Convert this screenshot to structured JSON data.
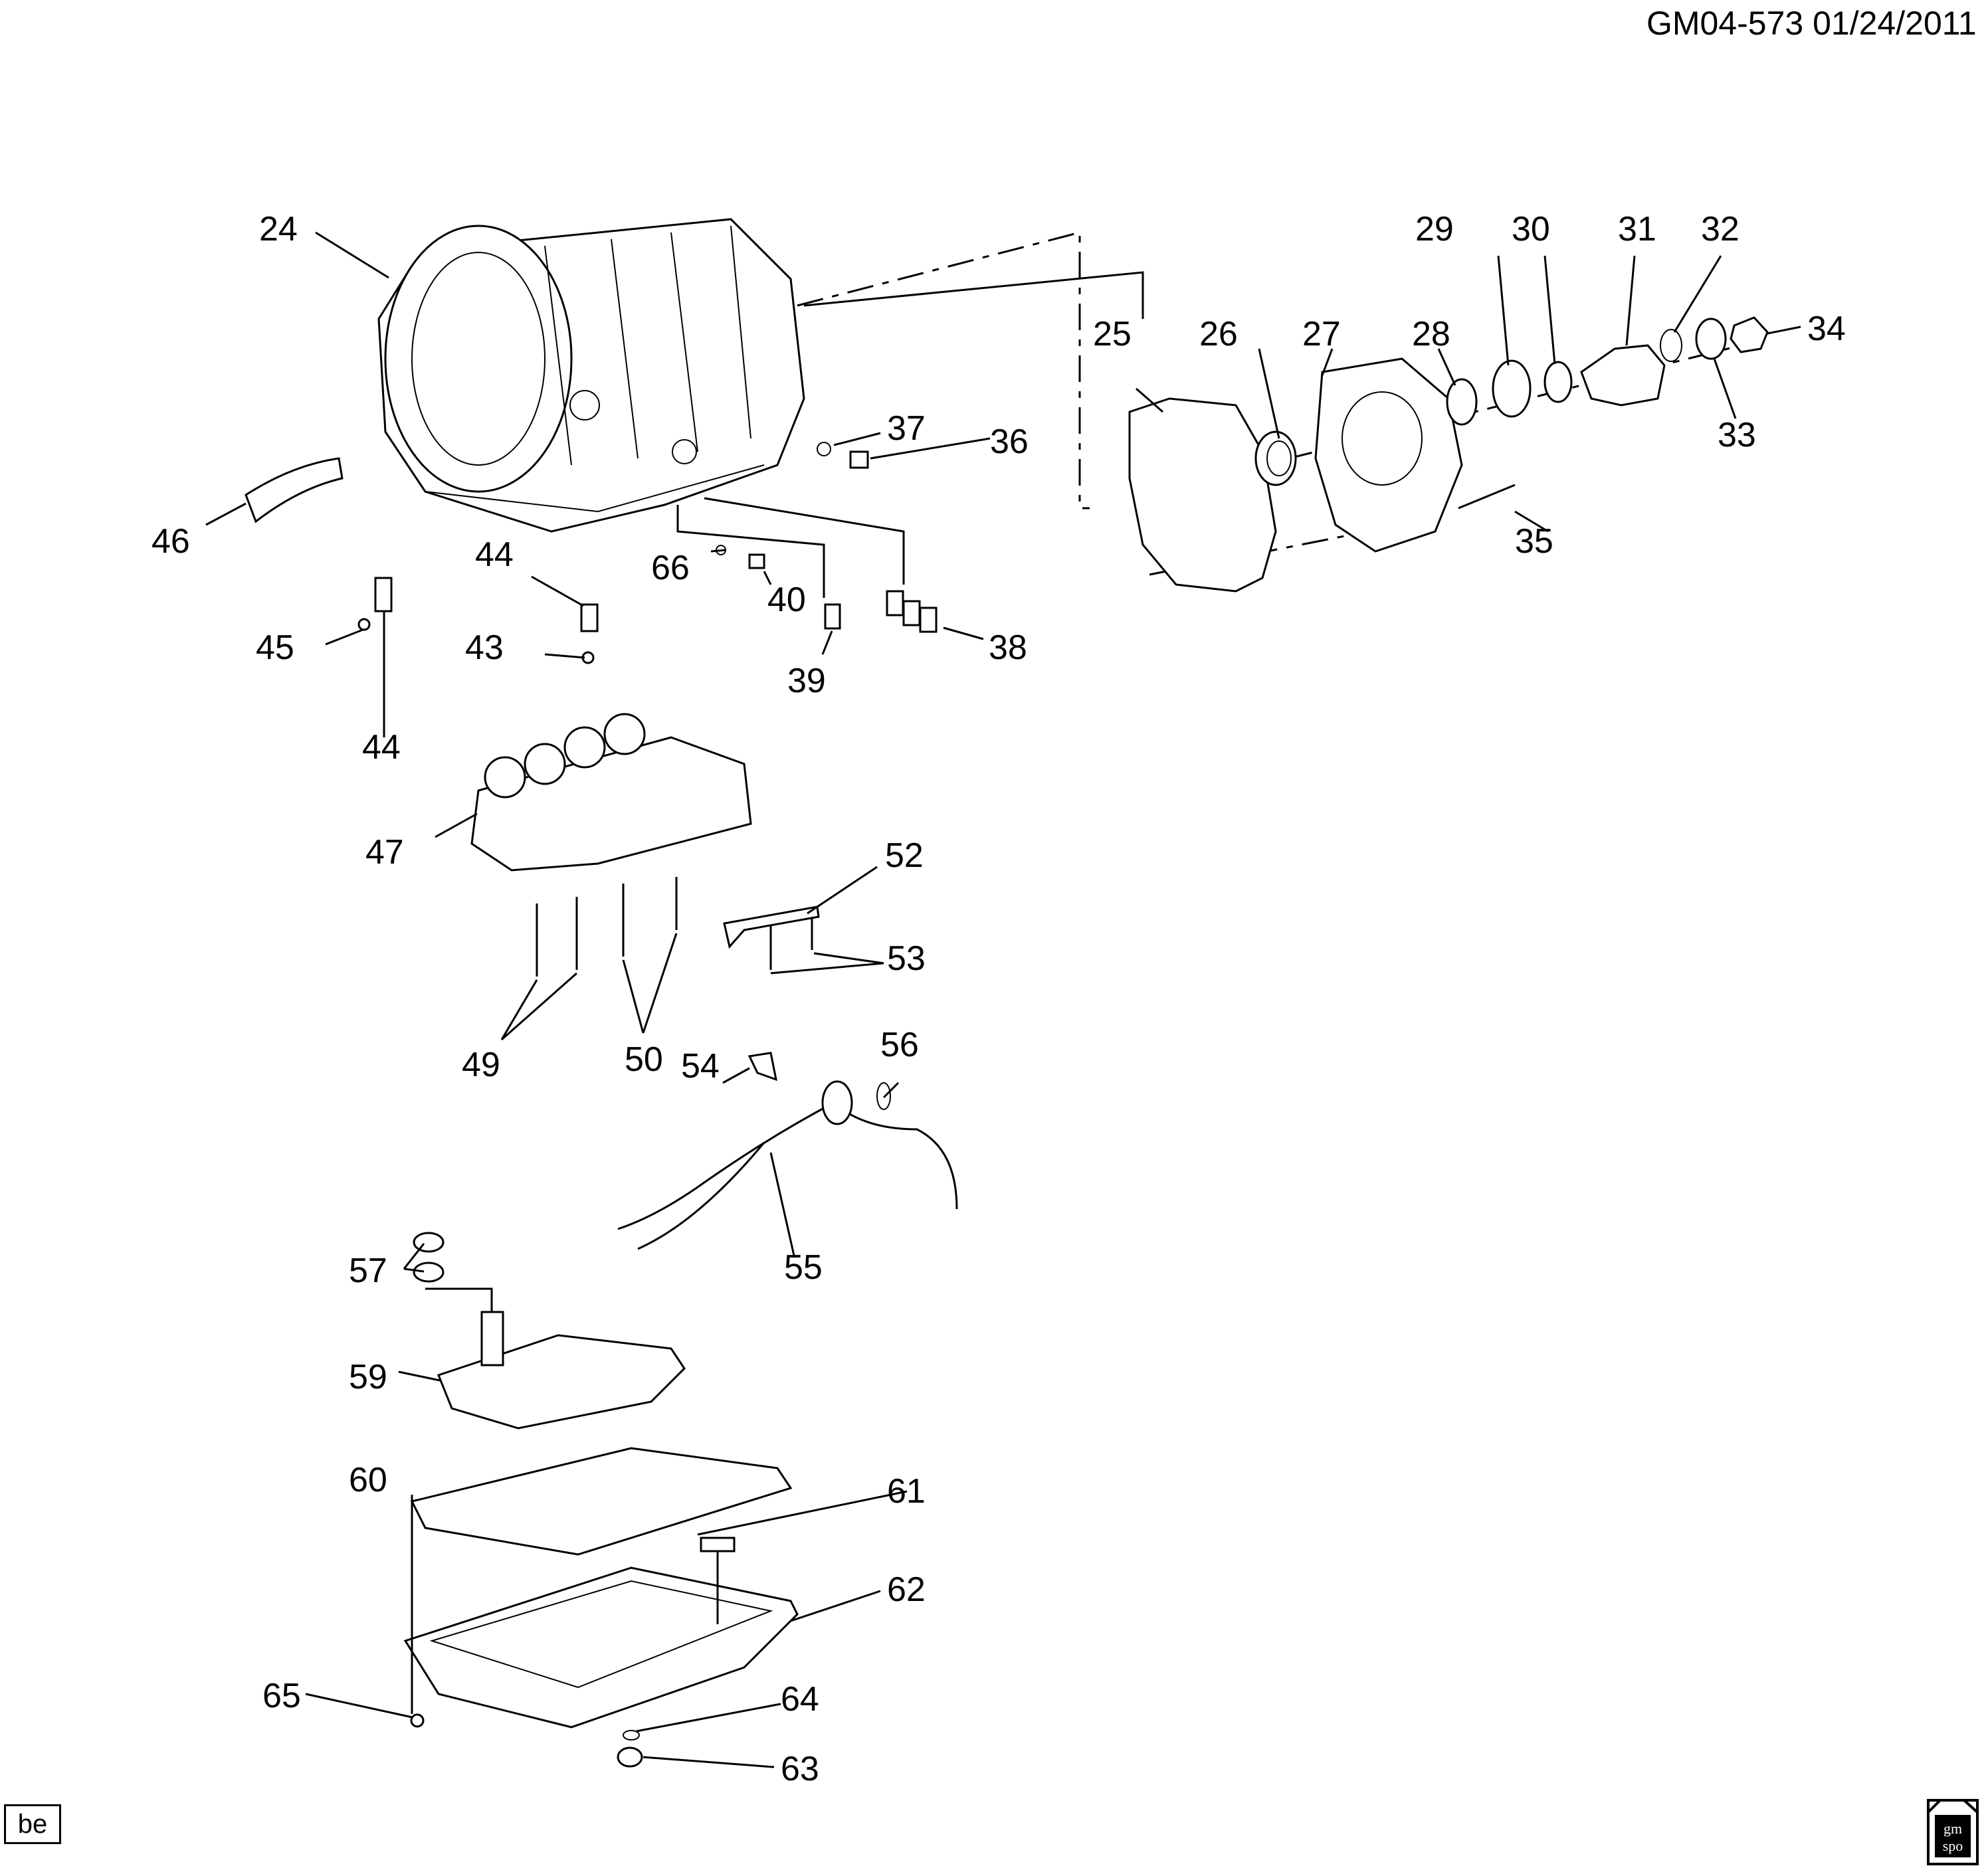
{
  "header": {
    "ref_code": "GM04-573  01/24/2011"
  },
  "callouts": [
    {
      "id": "c24",
      "label": "24"
    },
    {
      "id": "c25",
      "label": "25"
    },
    {
      "id": "c26",
      "label": "26"
    },
    {
      "id": "c27",
      "label": "27"
    },
    {
      "id": "c28",
      "label": "28"
    },
    {
      "id": "c29",
      "label": "29"
    },
    {
      "id": "c30",
      "label": "30"
    },
    {
      "id": "c31",
      "label": "31"
    },
    {
      "id": "c32",
      "label": "32"
    },
    {
      "id": "c33",
      "label": "33"
    },
    {
      "id": "c34",
      "label": "34"
    },
    {
      "id": "c35",
      "label": "35"
    },
    {
      "id": "c36",
      "label": "36"
    },
    {
      "id": "c37",
      "label": "37"
    },
    {
      "id": "c38",
      "label": "38"
    },
    {
      "id": "c39",
      "label": "39"
    },
    {
      "id": "c40",
      "label": "40"
    },
    {
      "id": "c43",
      "label": "43"
    },
    {
      "id": "c44a",
      "label": "44"
    },
    {
      "id": "c44b",
      "label": "44"
    },
    {
      "id": "c45",
      "label": "45"
    },
    {
      "id": "c46",
      "label": "46"
    },
    {
      "id": "c47",
      "label": "47"
    },
    {
      "id": "c49",
      "label": "49"
    },
    {
      "id": "c50",
      "label": "50"
    },
    {
      "id": "c52",
      "label": "52"
    },
    {
      "id": "c53",
      "label": "53"
    },
    {
      "id": "c54",
      "label": "54"
    },
    {
      "id": "c55",
      "label": "55"
    },
    {
      "id": "c56",
      "label": "56"
    },
    {
      "id": "c57",
      "label": "57"
    },
    {
      "id": "c59",
      "label": "59"
    },
    {
      "id": "c60",
      "label": "60"
    },
    {
      "id": "c61",
      "label": "61"
    },
    {
      "id": "c62",
      "label": "62"
    },
    {
      "id": "c63",
      "label": "63"
    },
    {
      "id": "c64",
      "label": "64"
    },
    {
      "id": "c65",
      "label": "65"
    },
    {
      "id": "c66",
      "label": "66"
    }
  ],
  "footer": {
    "badge": "be",
    "logo_text_top": "gm",
    "logo_text_bottom": "spo"
  }
}
